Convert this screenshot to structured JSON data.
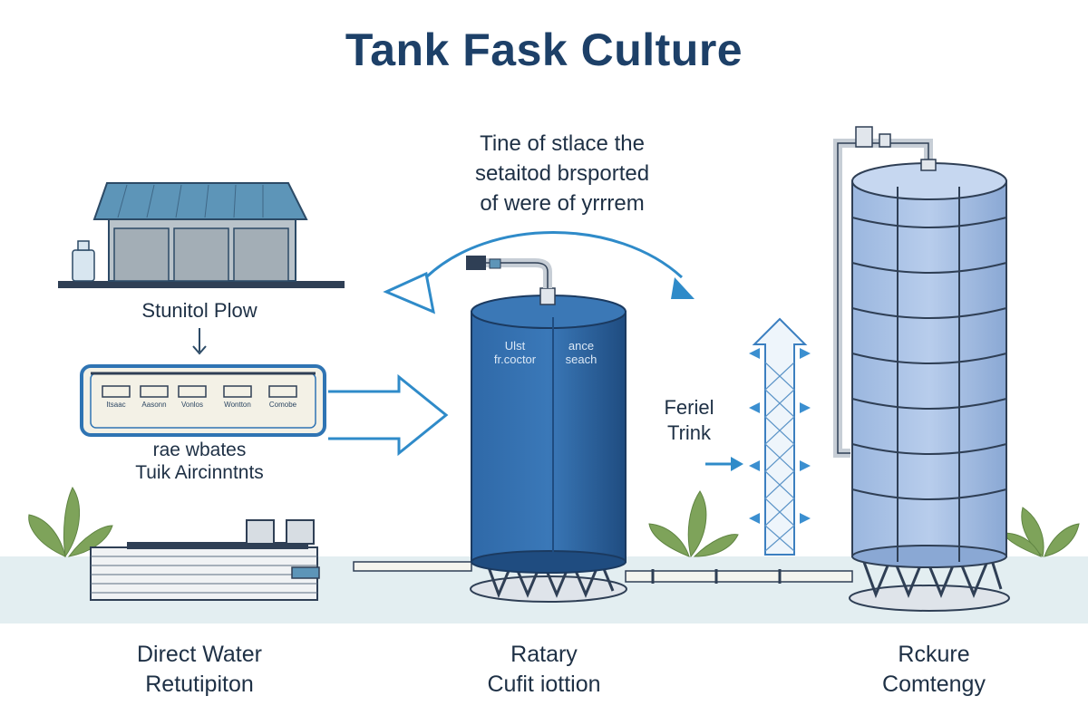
{
  "title": "Tank Fask Culture",
  "callout": {
    "line1": "Tine of stlace the",
    "line2": "setaitod brsported",
    "line3": "of were of yrrrem"
  },
  "left_section": {
    "flow_label": "Stunitol Plow",
    "panel_slots": [
      "Itsaac",
      "Aasonn",
      "Vonlos",
      "Wontton",
      "Comobe"
    ],
    "panel_caption_1": "rae wbates",
    "panel_caption_2": "Tuik Aircinntnts"
  },
  "center_tank": {
    "label_left_1": "Ulst",
    "label_left_2": "fr.coctor",
    "label_right_1": "ance",
    "label_right_2": "seach"
  },
  "filter_label": {
    "line1": "Feriel",
    "line2": "Trink"
  },
  "bottom_labels": [
    {
      "line1": "Direct Water",
      "line2": "Retutipiton"
    },
    {
      "line1": "Ratary",
      "line2": "Cufit iottion"
    },
    {
      "line1": "Rckure",
      "line2": "Comtengy"
    }
  ],
  "colors": {
    "title": "#1d4068",
    "tank_blue": "#2e5f97",
    "tall_tank": "#a9c2e6",
    "arrow_blue": "#2f8bc9",
    "ground": "#e3eef1",
    "leaf": "#7ea35a"
  }
}
